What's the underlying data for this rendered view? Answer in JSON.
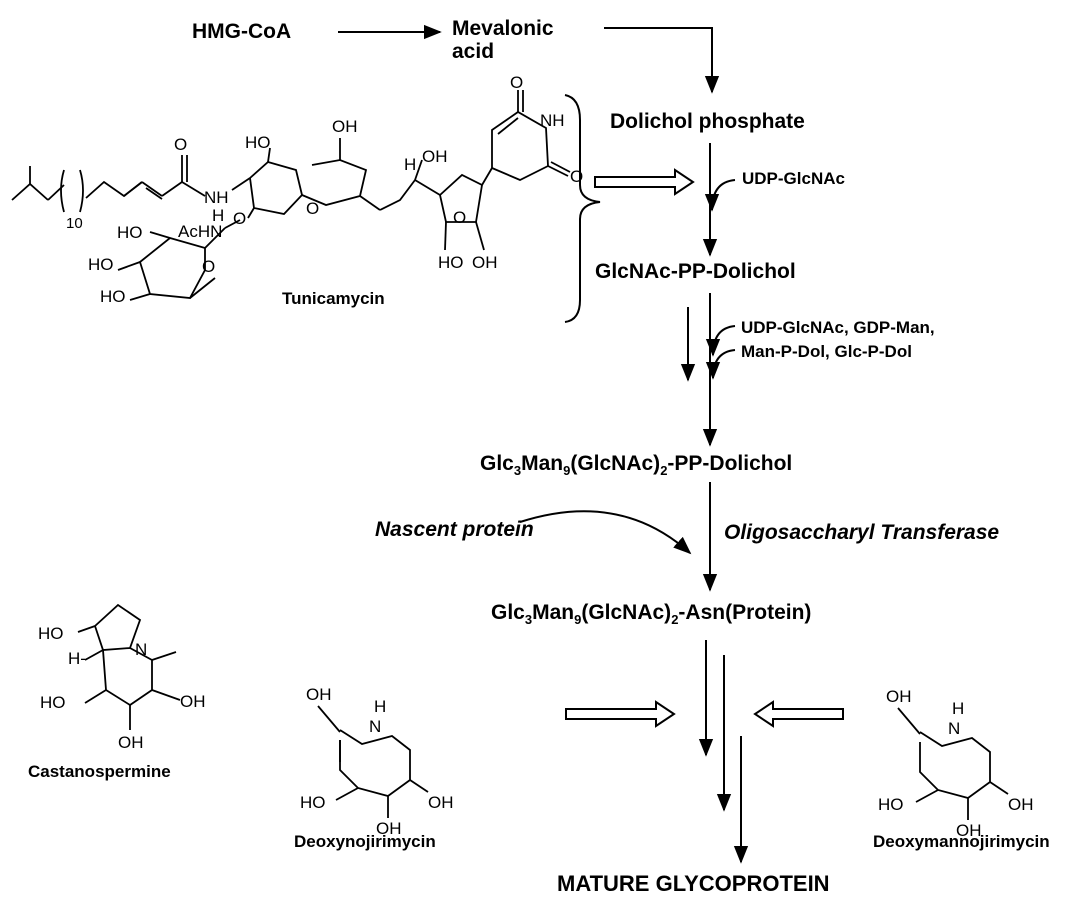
{
  "pathway": {
    "hmg_coa": "HMG-CoA",
    "mevalonic_line1": "Mevalonic",
    "mevalonic_line2": "acid",
    "dolichol_phosphate": "Dolichol phosphate",
    "udp_glcnac": "UDP-GlcNAc",
    "glcnac_pp_dolichol": "GlcNAc-PP-Dolichol",
    "reagents_line1": "UDP-GlcNAc, GDP-Man,",
    "reagents_line2": "Man-P-Dol, Glc-P-Dol",
    "glc_pp_dolichol": {
      "a": "Glc",
      "s1": "3",
      "b": "Man",
      "s2": "9",
      "c": "(GlcNAc)",
      "s3": "2",
      "d": "-PP-Dolichol"
    },
    "nascent_protein": "Nascent protein",
    "transferase": "Oligosaccharyl Transferase",
    "glc_asn": {
      "a": "Glc",
      "s1": "3",
      "b": "Man",
      "s2": "9",
      "c": "(GlcNAc)",
      "s3": "2",
      "d": "-Asn(Protein)"
    },
    "mature": "MATURE GLYCOPROTEIN"
  },
  "inhibitors": {
    "tunicamycin": "Tunicamycin",
    "castanospermine": "Castanospermine",
    "deoxynojirimycin": "Deoxynojirimycin",
    "deoxymannojirimycin": "Deoxymannojirimycin"
  },
  "atoms": {
    "O": "O",
    "OH": "OH",
    "HO": "HO",
    "NH": "NH",
    "N": "N",
    "H": "H",
    "AcHN": "AcHN",
    "HHO": "H",
    "ten": "10",
    "Hdash": "H-"
  }
}
